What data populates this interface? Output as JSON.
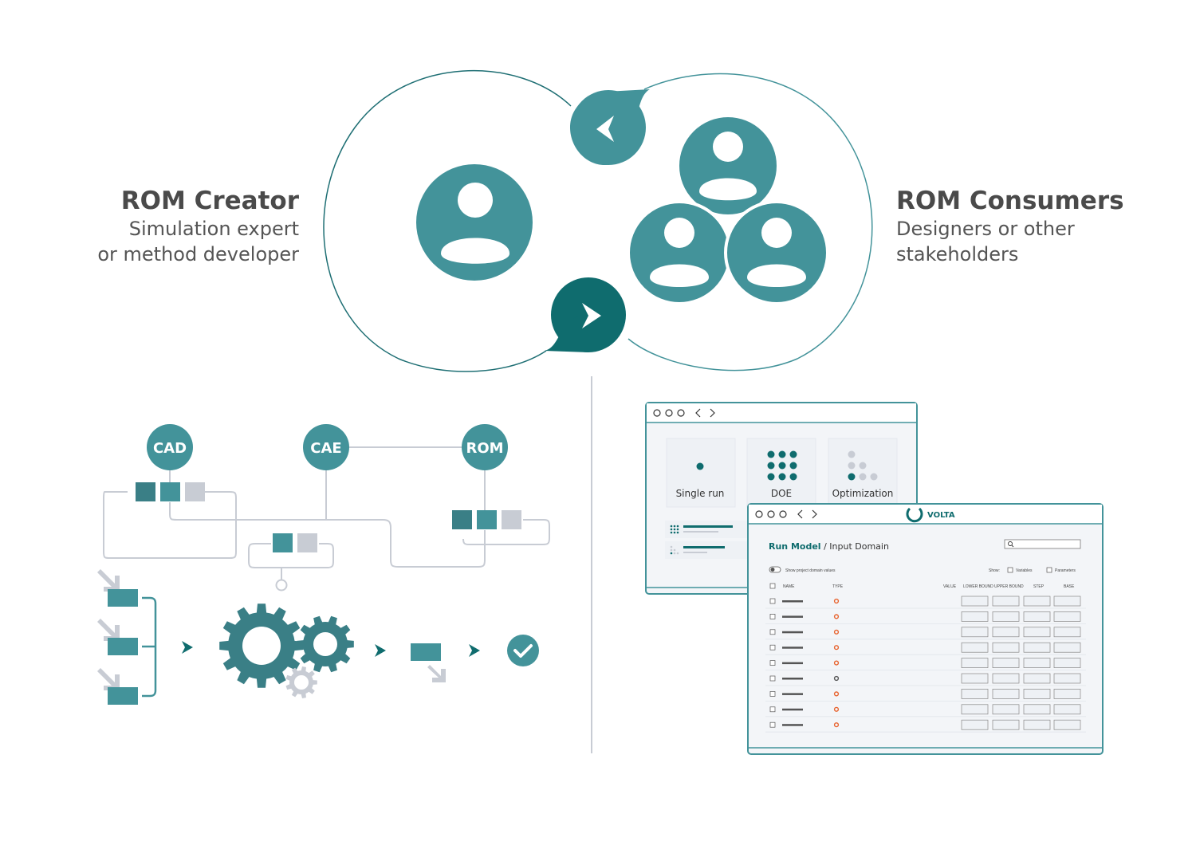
{
  "creator": {
    "title": "ROM Creator",
    "line1": "Simulation expert",
    "line2": "or method developer"
  },
  "consumers": {
    "title": "ROM Consumers",
    "line1": "Designers or other",
    "line2": "stakeholders"
  },
  "workflow": {
    "nodes": [
      "CAD",
      "CAE",
      "ROM"
    ]
  },
  "window_back": {
    "options": [
      "Single run",
      "DOE",
      "Optimization"
    ]
  },
  "window_front": {
    "brand": "VOLTA",
    "breadcrumb_link": "Run Model",
    "breadcrumb_sep": " / ",
    "breadcrumb_current": "Input Domain",
    "toggle_label": "Show project domain values",
    "show_label": "Show:",
    "filter_variables": "Variables",
    "filter_parameters": "Parameters",
    "columns": [
      "NAME",
      "TYPE",
      "VALUE",
      "LOWER BOUND",
      "UPPER BOUND",
      "STEP",
      "BASE"
    ],
    "row_count": 9
  },
  "colors": {
    "teal": "#43939a",
    "teal_dark": "#0f6c6e",
    "teal_mid": "#3a7f86",
    "grey": "#c8ccd4",
    "orange": "#e8632e"
  }
}
